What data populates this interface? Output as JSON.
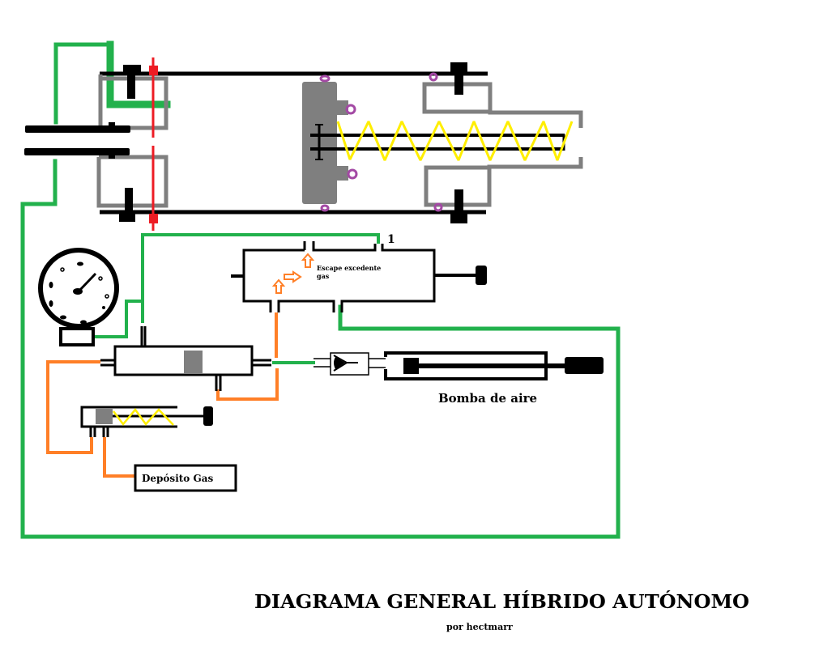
{
  "title": "DIAGRAMA GENERAL HÍBRIDO AUTÓNOMO",
  "author": "por hectmarr",
  "labels": {
    "port_number": "1",
    "escape_line1": "Escape excedente",
    "escape_line2": "gas",
    "air_pump": "Bomba de aire",
    "gas_tank": "Depósito Gas"
  },
  "components": [
    {
      "id": "main-cylinder",
      "name": "Main cylinder with spring-loaded piston"
    },
    {
      "id": "pressure-gauge",
      "name": "Pressure gauge"
    },
    {
      "id": "control-valve",
      "name": "Control valve"
    },
    {
      "id": "excess-gas-valve",
      "name": "Excess gas escape valve"
    },
    {
      "id": "regulator",
      "name": "Spring regulator"
    },
    {
      "id": "check-valve",
      "name": "Check valve"
    },
    {
      "id": "air-pump",
      "name": "Bomba de aire"
    },
    {
      "id": "gas-tank",
      "name": "Depósito Gas"
    }
  ],
  "colors": {
    "air_line": "#22b14c",
    "gas_line": "#ff7f27",
    "spring": "#ffee00",
    "red_marker": "#ed1c24",
    "housing_gray": "#7f7f7f",
    "seal_purple": "#a349a4",
    "outline": "#000000"
  }
}
